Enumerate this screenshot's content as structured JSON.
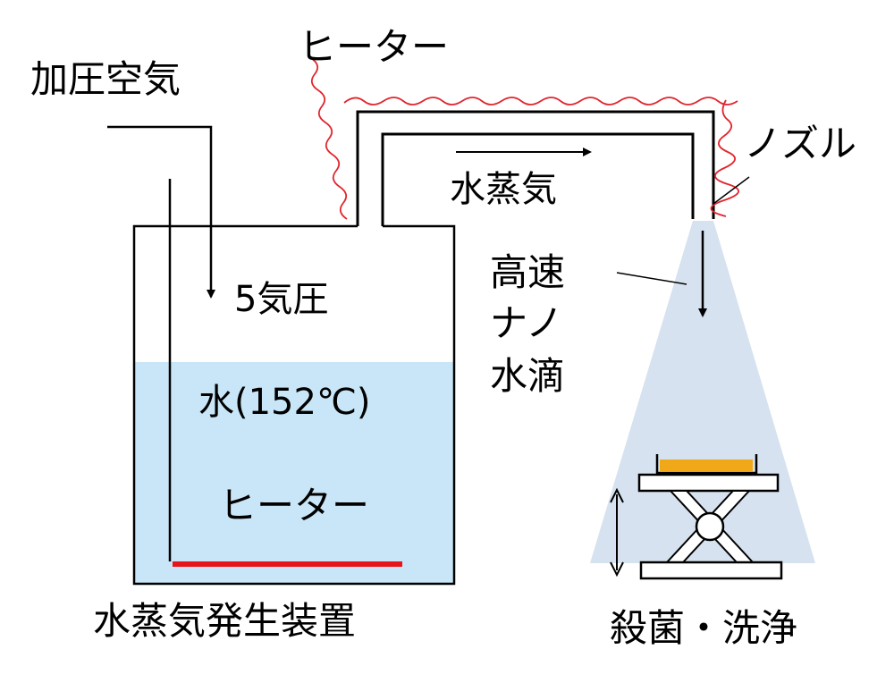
{
  "labels": {
    "pressurized_air": "加圧空気",
    "pipe_heater": "ヒーター",
    "nozzle": "ノズル",
    "steam": "水蒸気",
    "pressure": "5気圧",
    "water": "水(152℃)",
    "tank_heater": "ヒーター",
    "high_speed": "高速",
    "nano": "ナノ",
    "droplets": "水滴",
    "steam_generator": "水蒸気発生装置",
    "sterilize_wash": "殺菌・洗浄"
  },
  "colors": {
    "water": "#c8e6f7",
    "spray": "#d6e2ef",
    "heater_wire": "#e0262e",
    "heater_bar": "#e8141c",
    "sample": "#f0a818",
    "line": "#000000"
  }
}
